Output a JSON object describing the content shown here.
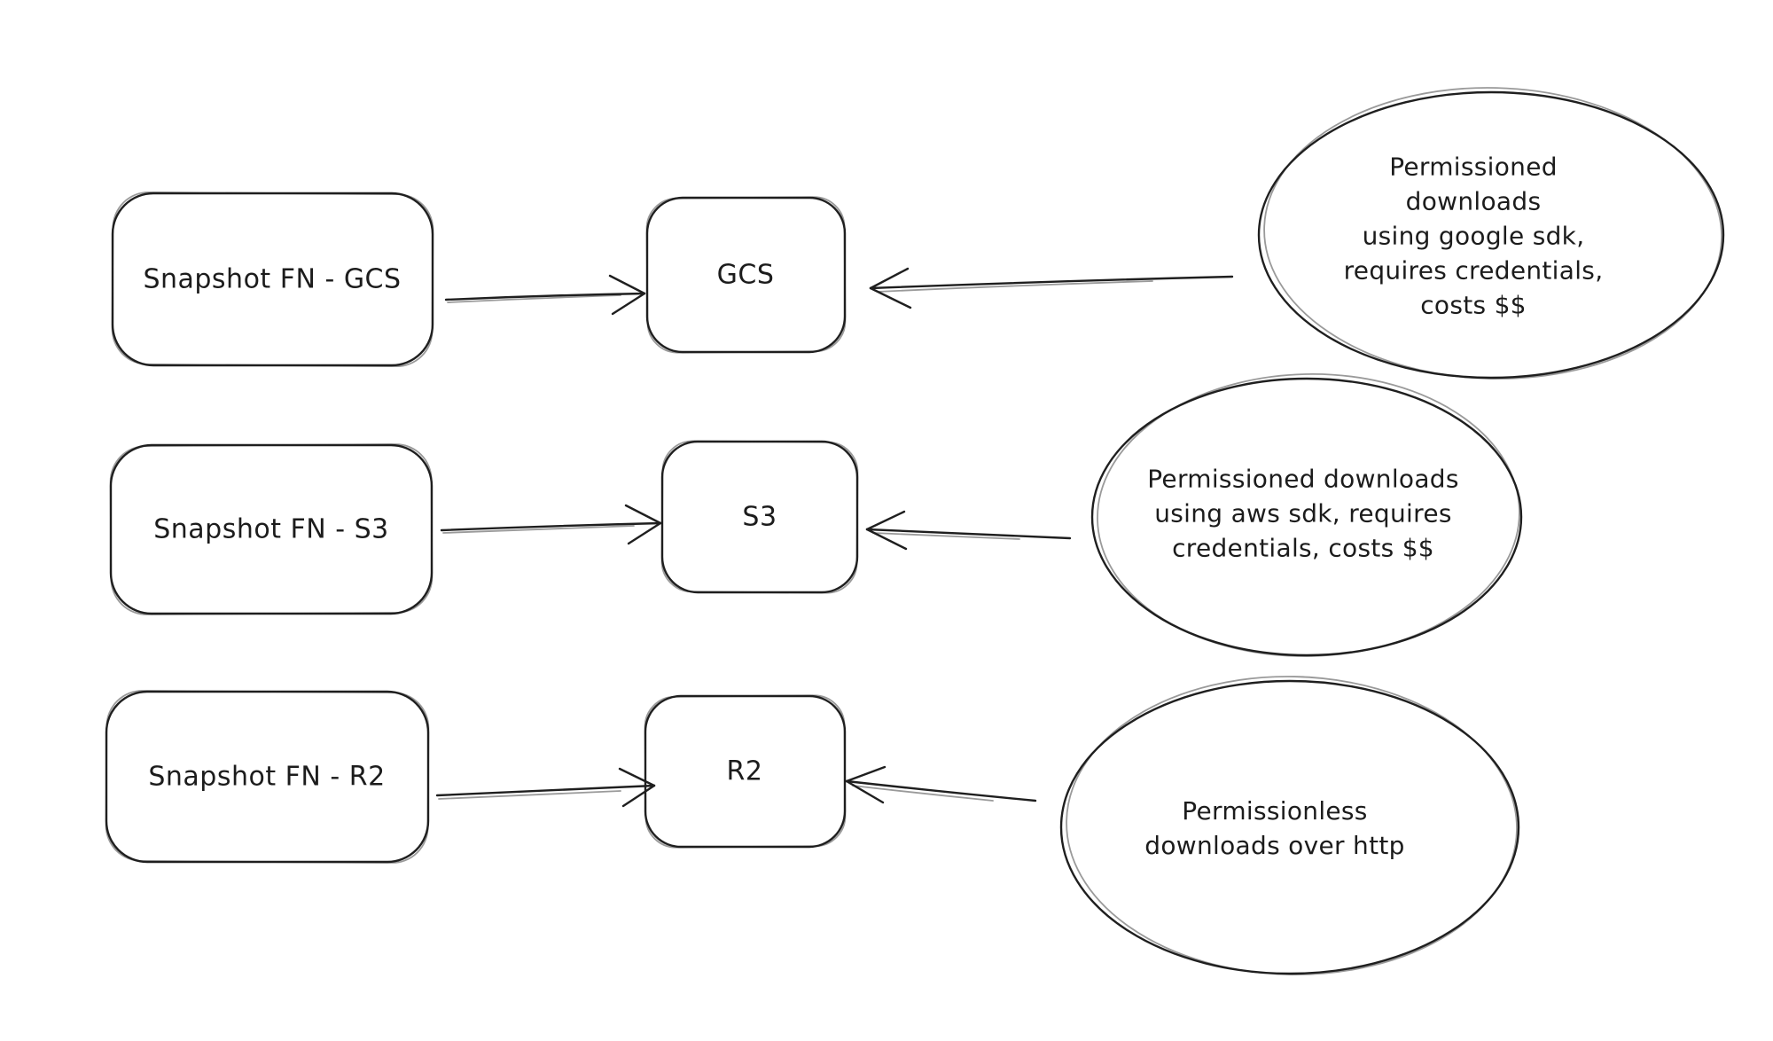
{
  "canvas": {
    "background_color": "#ffffff",
    "stroke_color": "#1f1f1f",
    "text_color": "#1c1c1c",
    "style": "hand-drawn sketch diagram"
  },
  "rows": [
    {
      "source_label": "Snapshot FN - GCS",
      "target_label": "GCS",
      "note_lines": [
        "Permissioned downloads",
        "using google sdk,",
        "requires credentials,",
        "costs $$"
      ]
    },
    {
      "source_label": "Snapshot FN - S3",
      "target_label": "S3",
      "note_lines": [
        "Permissioned downloads",
        "using aws sdk, requires",
        "credentials, costs $$"
      ]
    },
    {
      "source_label": "Snapshot FN - R2",
      "target_label": "R2",
      "note_lines": [
        "Permissionless",
        "downloads over http"
      ]
    }
  ]
}
